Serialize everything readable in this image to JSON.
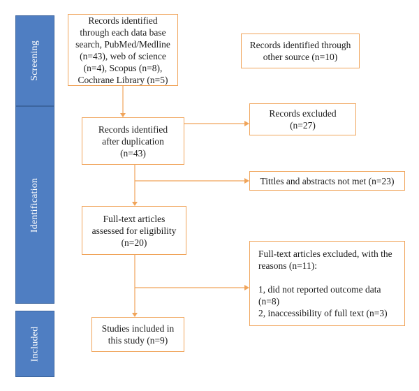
{
  "phases": {
    "screening": "Screening",
    "identification": "Identification",
    "included": "Included"
  },
  "boxes": {
    "database_search": [
      "Records identified",
      "through each data base",
      "search, PubMed/Medline",
      "(n=43), web of science",
      "(n=4), Scopus (n=8),",
      "Cochrane Library (n=5)"
    ],
    "other_source": [
      "Records identified through",
      "other source (n=10)"
    ],
    "after_duplication": [
      "Records identified",
      "after duplication",
      "(n=43)"
    ],
    "records_excluded": [
      "Records excluded",
      "(n=27)"
    ],
    "titles_abstracts": [
      "Tittles and abstracts not met (n=23)"
    ],
    "full_text_assessed": [
      "Full-text articles",
      "assessed for eligibility",
      "(n=20)"
    ],
    "full_text_excluded": [
      "Full-text articles excluded, with the",
      "reasons (n=11):",
      "",
      "1, did not reported outcome data",
      "(n=8)",
      "2, inaccessibility of full text (n=3)"
    ],
    "studies_included": [
      "Studies included in",
      "this study (n=9)"
    ]
  },
  "colors": {
    "phase_fill": "#4f7ec2",
    "box_border": "#f0a45a",
    "connector": "#f0a45a"
  }
}
